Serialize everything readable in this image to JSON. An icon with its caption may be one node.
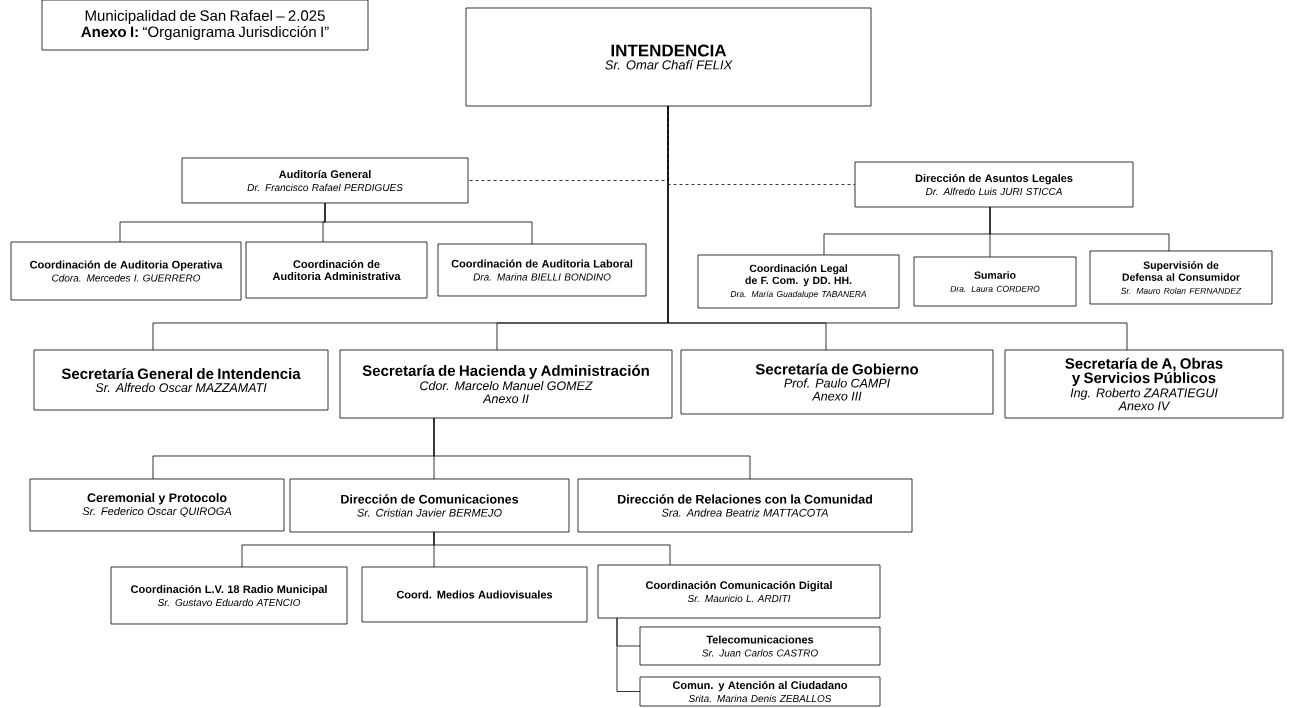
{
  "diagram": {
    "nodes": [
      {
        "text": [
          "Municipalidad de San Rafael – 2.025",
          "**Anexo I:** “Organigrama Jurisdicción I”"
        ]
      },
      {
        "text": [
          "INTENDENCIA",
          "Sr. Omar Chafí FELIX"
        ]
      },
      {
        "text": [
          "Auditoría General",
          "Dr. Francisco Rafael PERDIGUES"
        ]
      },
      {
        "text": [
          "Coordinación de Auditoria Operativa",
          "Cdora. Mercedes I. GUERRERO"
        ]
      },
      {
        "text": [
          "Coordinación de Auditoria Administrativa"
        ]
      },
      {
        "text": [
          "Coordinación de Auditoria Laboral",
          "Dra. Marina BIELLI BONDINO"
        ]
      },
      {
        "text": [
          "Dirección de Asuntos Legales",
          "Dr. Alfredo Luis JURI STICCA"
        ]
      },
      {
        "text": [
          "Coordinación Legal de F. Com. y DD. HH.",
          "Dra. María Guadalupe TABANERA"
        ]
      },
      {
        "text": [
          "Sumario",
          "Dra. Laura CORDERO"
        ]
      },
      {
        "text": [
          "Supervisión de Defensa al Consumidor",
          "Sr. Mauro Rolan FERNANDEZ"
        ]
      },
      {
        "text": [
          "Secretaría General de Intendencia",
          "Sr. Alfredo Oscar MAZZAMATI"
        ]
      },
      {
        "text": [
          "Secretaría de Hacienda y Administración",
          "Cdor. Marcelo Manuel GOMEZ",
          "Anexo II"
        ]
      },
      {
        "text": [
          "Secretaría de Gobierno",
          "Prof. Paulo CAMPI",
          "Anexo III"
        ]
      },
      {
        "text": [
          "Secretaría de A, Obras y Servicios Públicos",
          "Ing. Roberto ZARATIEGUI",
          "Anexo IV"
        ]
      },
      {
        "text": [
          "Ceremonial y Protocolo",
          "Sr. Federico Oscar QUIROGA"
        ]
      },
      {
        "text": [
          "Dirección de Comunicaciones",
          "Sr. Cristian Javier BERMEJO"
        ]
      },
      {
        "text": [
          "Dirección de Relaciones con la Comunidad",
          "Sra. Andrea Beatriz MATTACOTA"
        ]
      },
      {
        "text": [
          "Coordinación L.V. 18 Radio Municipal",
          "Sr. Gustavo Eduardo ATENCIO"
        ]
      },
      {
        "text": [
          "Coord. Medios Audiovisuales"
        ]
      },
      {
        "text": [
          "Coordinación Comunicación Digital",
          "Sr. Mauricio L. ARDITI"
        ]
      },
      {
        "text": [
          "Telecomunicaciones",
          "Sr. Juan Carlos CASTRO"
        ]
      },
      {
        "text": [
          "Comun. y Atención al Ciudadano",
          "Srita. Marina Denis ZEBALLOS"
        ]
      }
    ],
    "edges": [
      {
        "from": 1,
        "to": 2,
        "arrow": "none",
        "style": "dashed"
      },
      {
        "from": 1,
        "to": 6,
        "arrow": "none",
        "style": "dashed"
      },
      {
        "from": 2,
        "to": 3,
        "arrow": "none"
      },
      {
        "from": 2,
        "to": 4,
        "arrow": "none"
      },
      {
        "from": 2,
        "to": 5,
        "arrow": "none"
      },
      {
        "from": 6,
        "to": 7,
        "arrow": "none"
      },
      {
        "from": 6,
        "to": 8,
        "arrow": "none"
      },
      {
        "from": 6,
        "to": 9,
        "arrow": "none"
      },
      {
        "from": 1,
        "to": 10,
        "arrow": "none"
      },
      {
        "from": 1,
        "to": 11,
        "arrow": "none"
      },
      {
        "from": 1,
        "to": 12,
        "arrow": "none"
      },
      {
        "from": 1,
        "to": 13,
        "arrow": "none"
      },
      {
        "from": 11,
        "to": 14,
        "arrow": "none"
      },
      {
        "from": 11,
        "to": 15,
        "arrow": "none"
      },
      {
        "from": 11,
        "to": 16,
        "arrow": "none"
      },
      {
        "from": 15,
        "to": 17,
        "arrow": "none"
      },
      {
        "from": 15,
        "to": 18,
        "arrow": "none"
      },
      {
        "from": 15,
        "to": 19,
        "arrow": "none"
      },
      {
        "from": 19,
        "to": 20,
        "arrow": "none"
      },
      {
        "from": 19,
        "to": 21,
        "arrow": "none"
      }
    ]
  }
}
